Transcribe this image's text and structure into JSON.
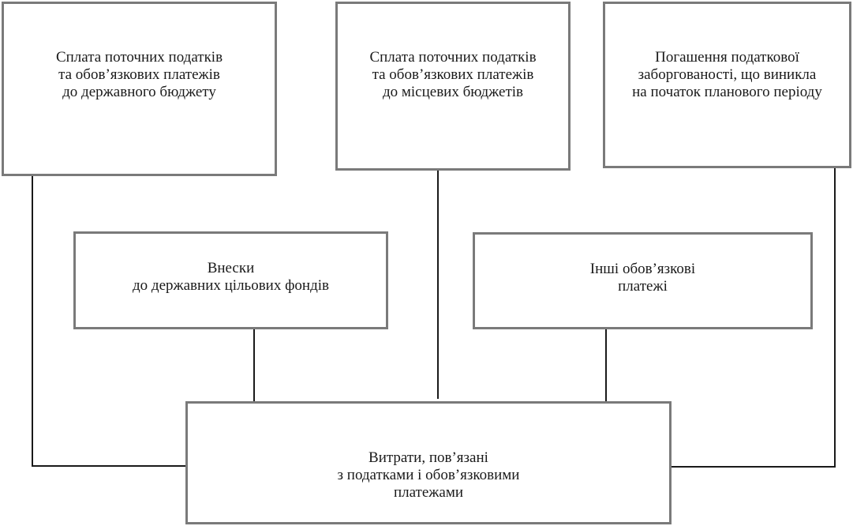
{
  "boxes": {
    "state_budget": [
      "Сплата поточних податків",
      "та обов’язкових платежів",
      "до державного  бюджету"
    ],
    "local_budgets": [
      "Сплата поточних податків",
      "та обов’язкових платежів",
      "до місцевих бюджетів"
    ],
    "tax_debt": [
      "Погашення податкової",
      "заборгованості, що виникла",
      "на початок планового періоду"
    ],
    "state_funds": [
      "Внески",
      "до державних цільових фондів"
    ],
    "other_payments": [
      "Інші обов’язкові",
      "платежі"
    ],
    "expenses": [
      "Витрати, пов’язані",
      "з податками і обов’язковими",
      "платежами"
    ]
  }
}
